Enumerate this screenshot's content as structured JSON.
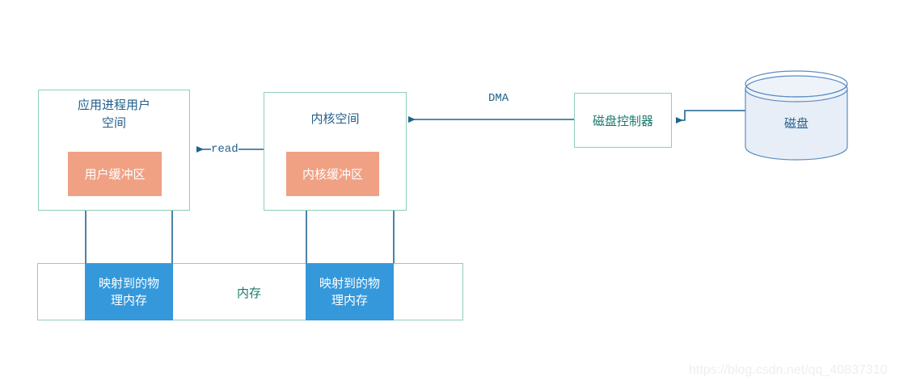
{
  "diagram": {
    "user_space": {
      "title": "应用进程用户\n空间",
      "buffer_label": "用户缓冲区"
    },
    "kernel_space": {
      "title": "内核空间",
      "buffer_label": "内核缓冲区"
    },
    "memory": {
      "label": "内存",
      "mapped_left_label": "映射到的物\n理内存",
      "mapped_right_label": "映射到的物\n理内存"
    },
    "disk_controller": {
      "label": "磁盘控制器"
    },
    "disk": {
      "label": "磁盘"
    },
    "edges": {
      "read_label": "read",
      "dma_label": "DMA"
    },
    "watermark": "https://blog.csdn.net/qq_40837310",
    "colors": {
      "box_border": "#8fcfb5",
      "buffer_fill": "#f0a184",
      "mapped_fill": "#3498db",
      "arrow": "#1f6391",
      "title_text": "#1f5f8b",
      "green_text": "#18796b",
      "disk_fill": "#e8eef7",
      "disk_stroke": "#5b8dc0",
      "watermark": "#eceef0"
    }
  }
}
